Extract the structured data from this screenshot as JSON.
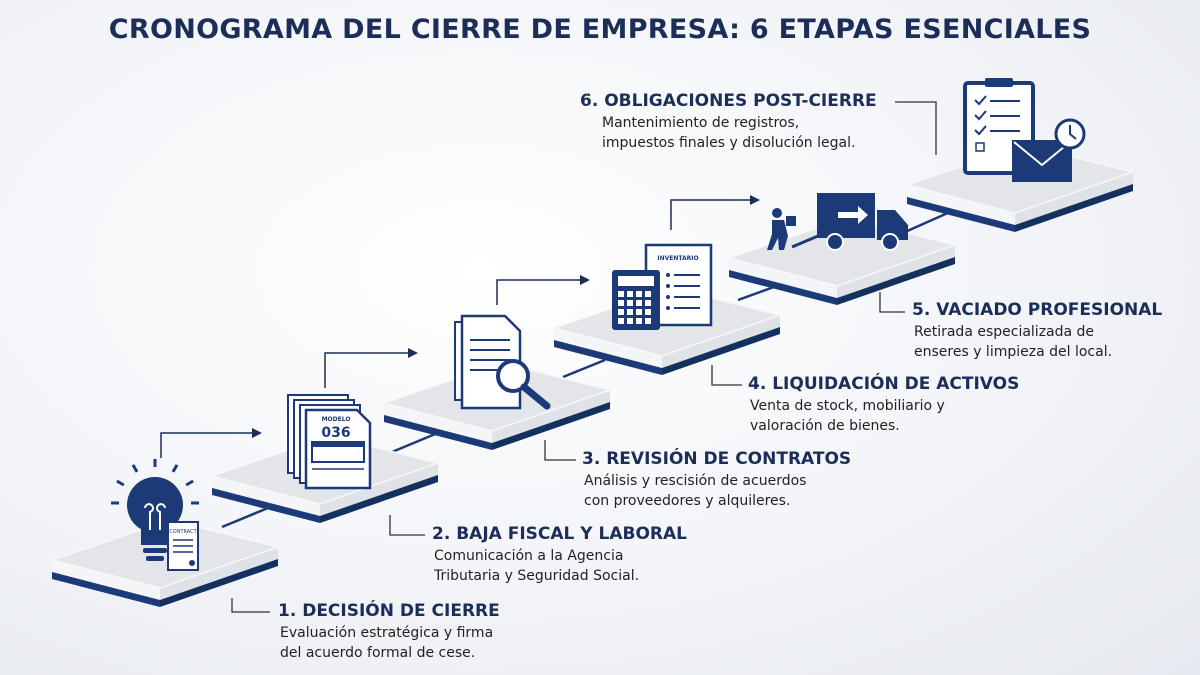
{
  "title": "CRONOGRAMA DEL CIERRE DE EMPRESA: 6 ETAPAS ESENCIALES",
  "colors": {
    "navy": "#1c3a78",
    "title": "#1c2e57",
    "platform_top": "#e4e6ea",
    "platform_side": "#f5f6f8"
  },
  "steps": [
    {
      "heading": "1. DECISIÓN DE CIERRE",
      "line1": "Evaluación estratégica y firma",
      "line2": "del acuerdo formal de cese.",
      "icon": "lightbulb-contract",
      "icon_text": "CONTRACT"
    },
    {
      "heading": "2. BAJA FISCAL Y LABORAL",
      "line1": "Comunicación a la Agencia",
      "line2": "Tributaria y Seguridad Social.",
      "icon": "tax-form",
      "icon_text": "MODELO",
      "icon_number": "036"
    },
    {
      "heading": "3. REVISIÓN DE CONTRATOS",
      "line1": "Análisis y rescisión de acuerdos",
      "line2": "con proveedores y alquileres.",
      "icon": "document-magnifier"
    },
    {
      "heading": "4. LIQUIDACIÓN DE ACTIVOS",
      "line1": "Venta de stock, mobiliario y",
      "line2": "valoración de bienes.",
      "icon": "calculator-inventory",
      "icon_text": "INVENTARIO"
    },
    {
      "heading": "5. VACIADO PROFESIONAL",
      "line1": "Retirada especializada de",
      "line2": "enseres y limpieza del local.",
      "icon": "moving-truck"
    },
    {
      "heading": "6. OBLIGACIONES POST-CIERRE",
      "line1": "Mantenimiento de registros,",
      "line2": "impuestos finales y disolución legal.",
      "icon": "checklist-envelope-clock"
    }
  ]
}
